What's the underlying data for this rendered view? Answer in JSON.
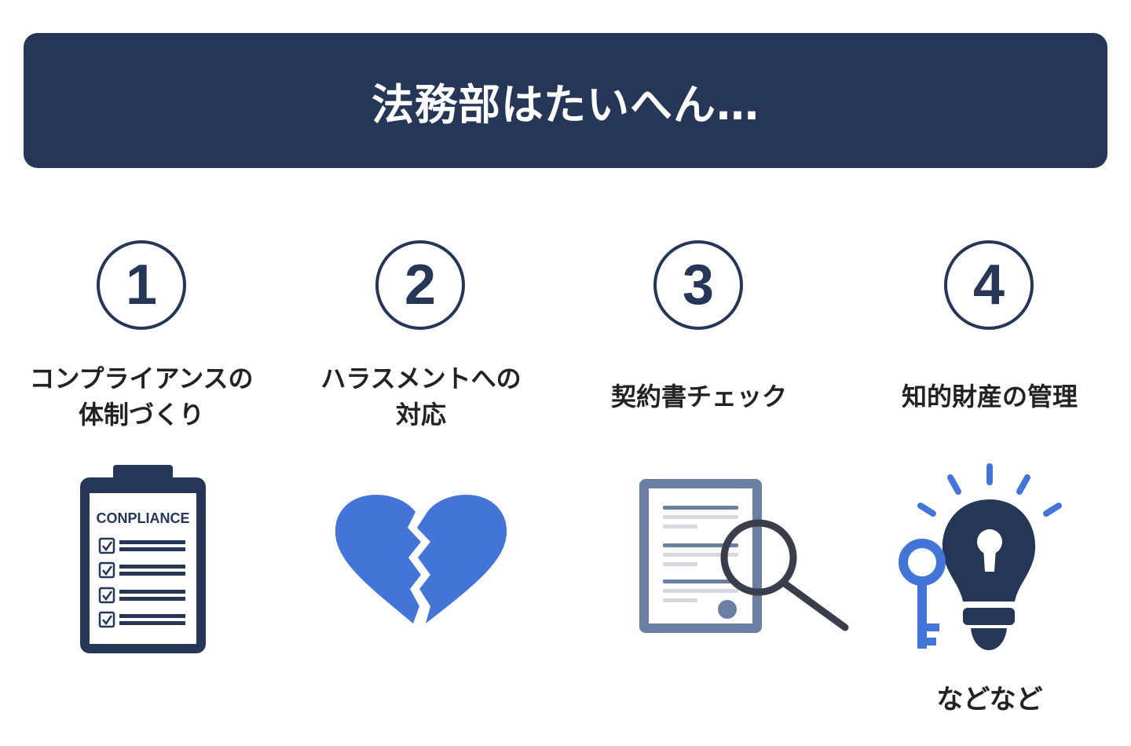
{
  "banner": {
    "title": "法務部はたいへん…"
  },
  "items": [
    {
      "number": "1",
      "label_line1": "コンプライアンスの",
      "label_line2": "体制づくり",
      "icon": "clipboard-checklist-icon",
      "icon_text": "CONPLIANCE"
    },
    {
      "number": "2",
      "label_line1": "ハラスメントへの",
      "label_line2": "対応",
      "icon": "broken-heart-icon"
    },
    {
      "number": "3",
      "label_line1": "契約書チェック",
      "label_line2": "",
      "icon": "document-magnifier-icon"
    },
    {
      "number": "4",
      "label_line1": "知的財産の管理",
      "label_line2": "",
      "icon": "lightbulb-key-icon"
    }
  ],
  "footer": {
    "note": "などなど"
  },
  "colors": {
    "navy": "#253657",
    "blue": "#4375d8",
    "gray_blue": "#6b7ea3",
    "dark_gray": "#3a3d4a"
  }
}
